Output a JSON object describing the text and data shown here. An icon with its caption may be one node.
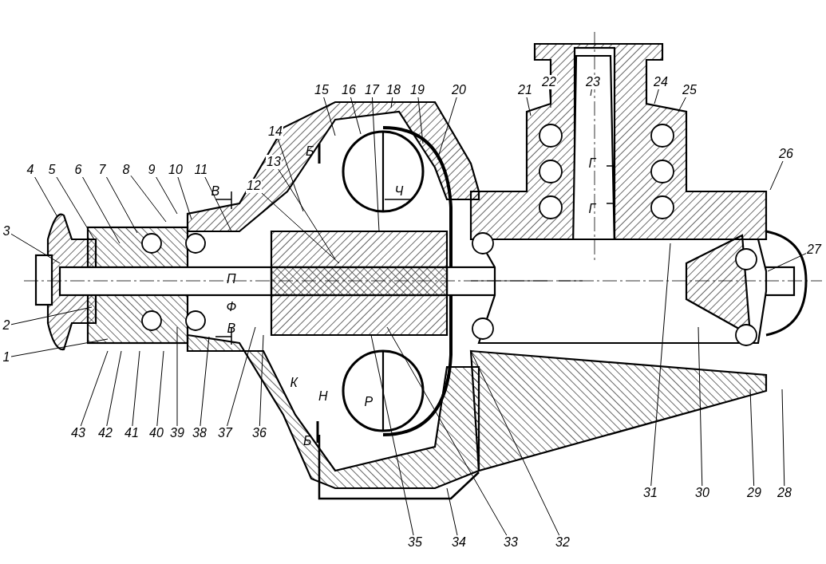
{
  "diagram": {
    "nodes": [
      {
        "text": [
          "1"
        ]
      },
      {
        "text": [
          "2"
        ]
      },
      {
        "text": [
          "3"
        ]
      },
      {
        "text": [
          "4"
        ]
      },
      {
        "text": [
          "5"
        ]
      },
      {
        "text": [
          "6"
        ]
      },
      {
        "text": [
          "7"
        ]
      },
      {
        "text": [
          "8"
        ]
      },
      {
        "text": [
          "9"
        ]
      },
      {
        "text": [
          "10"
        ]
      },
      {
        "text": [
          "11"
        ]
      },
      {
        "text": [
          "12"
        ]
      },
      {
        "text": [
          "13"
        ]
      },
      {
        "text": [
          "14"
        ]
      },
      {
        "text": [
          "15"
        ]
      },
      {
        "text": [
          "16"
        ]
      },
      {
        "text": [
          "17"
        ]
      },
      {
        "text": [
          "18"
        ]
      },
      {
        "text": [
          "19"
        ]
      },
      {
        "text": [
          "20"
        ]
      },
      {
        "text": [
          "21"
        ]
      },
      {
        "text": [
          "22"
        ]
      },
      {
        "text": [
          "23"
        ]
      },
      {
        "text": [
          "24"
        ]
      },
      {
        "text": [
          "25"
        ]
      },
      {
        "text": [
          "26"
        ]
      },
      {
        "text": [
          "27"
        ]
      },
      {
        "text": [
          "28"
        ]
      },
      {
        "text": [
          "29"
        ]
      },
      {
        "text": [
          "30"
        ]
      },
      {
        "text": [
          "31"
        ]
      },
      {
        "text": [
          "32"
        ]
      },
      {
        "text": [
          "33"
        ]
      },
      {
        "text": [
          "34"
        ]
      },
      {
        "text": [
          "35"
        ]
      },
      {
        "text": [
          "36"
        ]
      },
      {
        "text": [
          "37"
        ]
      },
      {
        "text": [
          "38"
        ]
      },
      {
        "text": [
          "39"
        ]
      },
      {
        "text": [
          "40"
        ]
      },
      {
        "text": [
          "41"
        ]
      },
      {
        "text": [
          "42"
        ]
      },
      {
        "text": [
          "43"
        ]
      }
    ],
    "edges": [
      {
        "from": 0,
        "to": null,
        "arrow": "none"
      },
      {
        "from": 1,
        "to": null,
        "arrow": "none"
      },
      {
        "from": 2,
        "to": null,
        "arrow": "none"
      },
      {
        "from": 3,
        "to": null,
        "arrow": "none"
      },
      {
        "from": 4,
        "to": null,
        "arrow": "none"
      },
      {
        "from": 5,
        "to": null,
        "arrow": "none"
      },
      {
        "from": 6,
        "to": null,
        "arrow": "none"
      },
      {
        "from": 7,
        "to": null,
        "arrow": "none"
      },
      {
        "from": 8,
        "to": null,
        "arrow": "none"
      },
      {
        "from": 9,
        "to": null,
        "arrow": "none"
      },
      {
        "from": 10,
        "to": null,
        "arrow": "none"
      },
      {
        "from": 11,
        "to": null,
        "arrow": "none"
      },
      {
        "from": 12,
        "to": null,
        "arrow": "none"
      },
      {
        "from": 13,
        "to": null,
        "arrow": "none"
      },
      {
        "from": 14,
        "to": null,
        "arrow": "none"
      },
      {
        "from": 15,
        "to": null,
        "arrow": "none"
      },
      {
        "from": 16,
        "to": null,
        "arrow": "none"
      },
      {
        "from": 17,
        "to": null,
        "arrow": "none"
      },
      {
        "from": 18,
        "to": null,
        "arrow": "none"
      },
      {
        "from": 19,
        "to": null,
        "arrow": "none"
      },
      {
        "from": 20,
        "to": null,
        "arrow": "none"
      },
      {
        "from": 21,
        "to": null,
        "arrow": "none"
      },
      {
        "from": 22,
        "to": null,
        "arrow": "none"
      },
      {
        "from": 23,
        "to": null,
        "arrow": "none"
      },
      {
        "from": 24,
        "to": null,
        "arrow": "none"
      },
      {
        "from": 25,
        "to": null,
        "arrow": "none"
      },
      {
        "from": 26,
        "to": null,
        "arrow": "none"
      },
      {
        "from": 27,
        "to": null,
        "arrow": "none"
      },
      {
        "from": 28,
        "to": null,
        "arrow": "none"
      },
      {
        "from": 29,
        "to": null,
        "arrow": "none"
      },
      {
        "from": 30,
        "to": null,
        "arrow": "none"
      },
      {
        "from": 31,
        "to": null,
        "arrow": "none"
      },
      {
        "from": 32,
        "to": null,
        "arrow": "none"
      },
      {
        "from": 33,
        "to": null,
        "arrow": "none"
      },
      {
        "from": 34,
        "to": null,
        "arrow": "none"
      },
      {
        "from": 35,
        "to": null,
        "arrow": "none"
      },
      {
        "from": 36,
        "to": null,
        "arrow": "none"
      },
      {
        "from": 37,
        "to": null,
        "arrow": "none"
      },
      {
        "from": 38,
        "to": null,
        "arrow": "none"
      },
      {
        "from": 39,
        "to": null,
        "arrow": "none"
      },
      {
        "from": 40,
        "to": null,
        "arrow": "none"
      },
      {
        "from": 41,
        "to": null,
        "arrow": "none"
      },
      {
        "from": 42,
        "to": null,
        "arrow": "none"
      }
    ],
    "labels": [
      "Б",
      "В",
      "Ч",
      "Г",
      "Г",
      "П",
      "Ф",
      "В",
      "К",
      "Н",
      "Р",
      "Б"
    ]
  }
}
